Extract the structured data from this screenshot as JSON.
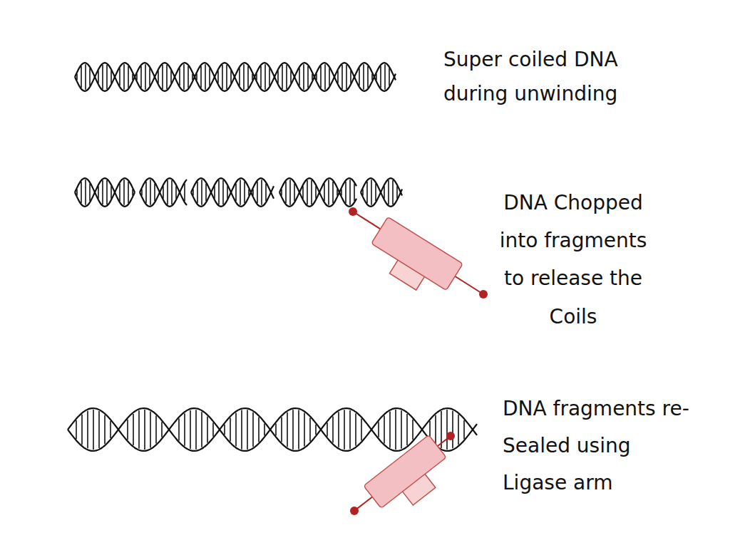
{
  "diagram": {
    "labels": [
      "Super coiled DNA during unwinding",
      "DNA Chopped into fragments to release the Coils",
      "DNA fragments re-Sealed using Ligase arm"
    ]
  }
}
